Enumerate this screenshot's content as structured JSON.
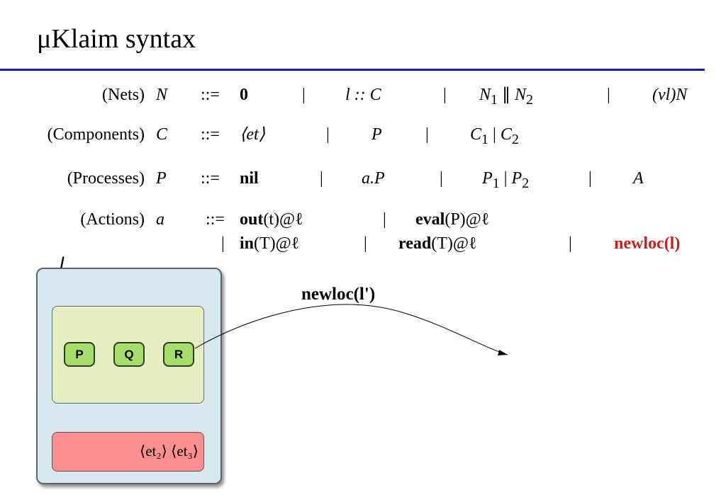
{
  "title": "μKlaim syntax",
  "grammar": {
    "nets": {
      "category": "(Nets)",
      "symbol": "N",
      "def": "::=",
      "alt1": "0",
      "alt2": "l :: C",
      "alt3_base": "N",
      "alt3_sub1": "1",
      "alt3_op": "∥",
      "alt3_sub2": "2",
      "alt4": "(νl)N"
    },
    "components": {
      "category": "(Components)",
      "symbol": "C",
      "def": "::=",
      "alt1": "⟨et⟩",
      "alt2": "P",
      "alt3_base": "C",
      "alt3_sub1": "1",
      "alt3_op": "|",
      "alt3_sub2": "2"
    },
    "processes": {
      "category": "(Processes)",
      "symbol": "P",
      "def": "::=",
      "alt1": "nil",
      "alt2": "a.P",
      "alt3_base": "P",
      "alt3_sub1": "1",
      "alt3_op": "|",
      "alt3_sub2": "2",
      "alt4": "A"
    },
    "actions": {
      "category": "(Actions)",
      "symbol": "a",
      "def": "::=",
      "out_kw": "out",
      "out_arg": "(t)@ℓ",
      "eval_kw": "eval",
      "eval_arg": "(P)@ℓ",
      "in_kw": "in",
      "in_arg": "(T)@ℓ",
      "read_kw": "read",
      "read_arg": "(T)@ℓ",
      "newloc": "newloc(l)"
    },
    "separator": "|"
  },
  "diagram": {
    "locality_name": "l",
    "processes": [
      "P",
      "Q",
      "R"
    ],
    "tuple1": "⟨et₂⟩",
    "tuple2": "⟨et₃⟩",
    "arrow_label": "newloc(l')"
  },
  "colors": {
    "rule": "#1818b0",
    "newloc": "#d41c1c",
    "node": "#d5e9ee",
    "process_area": "#e6efc4",
    "process": "#a6de6c",
    "tuple_area": "#fb8e8e"
  }
}
